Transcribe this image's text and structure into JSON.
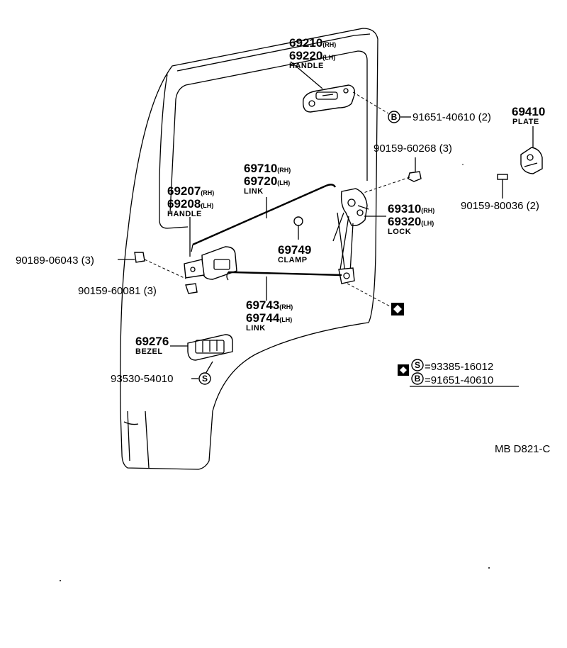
{
  "parts": {
    "handle_outer": {
      "pn_rh": "69210",
      "rh": "(RH)",
      "pn_lh": "69220",
      "lh": "(LH)",
      "name": "HANDLE"
    },
    "screw_b_top": {
      "symbol": "B",
      "pn": "91651-40610",
      "qty": "(2)"
    },
    "plate": {
      "pn": "69410",
      "name": "PLATE"
    },
    "screw_90159_60268": {
      "pn": "90159-60268",
      "qty": "(3)"
    },
    "screw_90159_80036": {
      "pn": "90159-80036",
      "qty": "(2)"
    },
    "link_upper": {
      "pn_rh": "69710",
      "rh": "(RH)",
      "pn_lh": "69720",
      "lh": "(LH)",
      "name": "LINK"
    },
    "handle_inner": {
      "pn_rh": "69207",
      "rh": "(RH)",
      "pn_lh": "69208",
      "lh": "(LH)",
      "name": "HANDLE"
    },
    "lock": {
      "pn_rh": "69310",
      "rh": "(RH)",
      "pn_lh": "69320",
      "lh": "(LH)",
      "name": "LOCK"
    },
    "clamp": {
      "pn": "69749",
      "name": "CLAMP"
    },
    "screw_90189_06043": {
      "pn": "90189-06043",
      "qty": "(3)"
    },
    "screw_90159_60081": {
      "pn": "90159-60081",
      "qty": "(3)"
    },
    "link_lower": {
      "pn_rh": "69743",
      "rh": "(RH)",
      "pn_lh": "69744",
      "lh": "(LH)",
      "name": "LINK"
    },
    "bezel": {
      "pn": "69276",
      "name": "BEZEL"
    },
    "screw_s_bezel": {
      "pn": "93530-54010",
      "symbol": "S"
    }
  },
  "legend": {
    "row1": {
      "symbol": "S",
      "text": "=93385-16012"
    },
    "row2": {
      "symbol": "B",
      "text": "=91651-40610"
    }
  },
  "diagram_code": "MB D821-C"
}
